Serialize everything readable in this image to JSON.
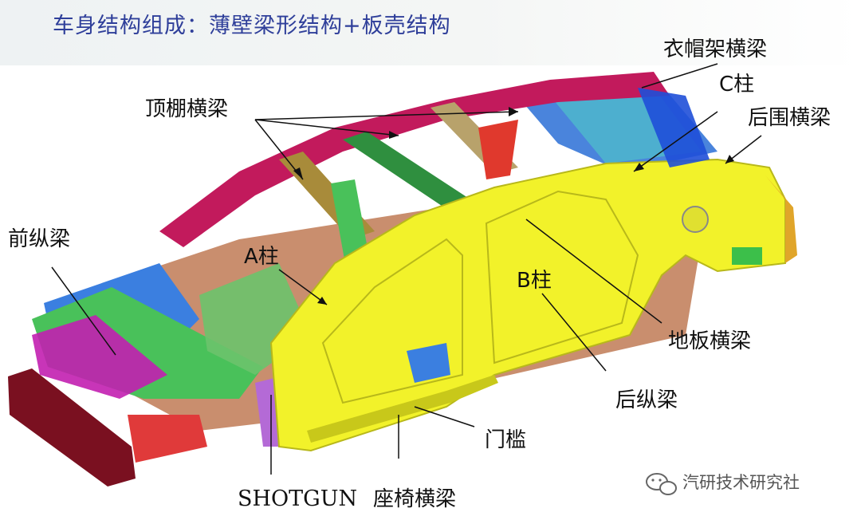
{
  "title": "车身结构组成：薄壁梁形结构+板壳结构",
  "labels": {
    "coat_rack_beam": "衣帽架横梁",
    "c_pillar": "C柱",
    "rear_wall_beam": "后围横梁",
    "roof_beam": "顶棚横梁",
    "front_rail": "前纵梁",
    "a_pillar": "A柱",
    "b_pillar": "B柱",
    "floor_cross_beam": "地板横梁",
    "rear_rail": "后纵梁",
    "door_sill": "门槛",
    "shotgun": "SHOTGUN",
    "seat_beam": "座椅横梁"
  },
  "watermark": "汽研技术研究社",
  "colors": {
    "title": "#2f3f9a",
    "side_panel": "#f2f22a",
    "roof_frame": "#c21a5c",
    "green_parts": "#3cbf4a",
    "blue_parts": "#2a6fd6",
    "magenta_parts": "#c21fb0",
    "front_bumper": "#7a1020",
    "floor": "#c07a55"
  },
  "icons": [
    "wechat-logo-icon"
  ]
}
